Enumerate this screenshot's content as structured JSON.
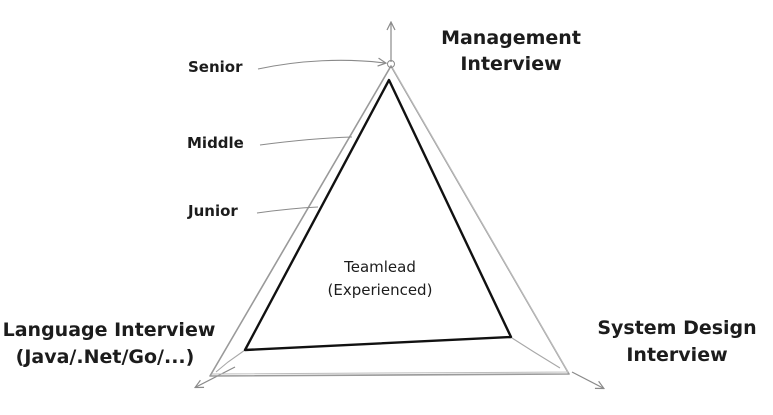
{
  "axes": {
    "top": {
      "line1": "Management",
      "line2": "Interview"
    },
    "left": {
      "line1": "Language Interview",
      "line2": "(Java/.Net/Go/...)"
    },
    "right": {
      "line1": "System Design",
      "line2": "Interview"
    }
  },
  "levels": {
    "senior": "Senior",
    "middle": "Middle",
    "junior": "Junior"
  },
  "profile": {
    "line1": "Teamlead",
    "line2": "(Experienced)"
  }
}
